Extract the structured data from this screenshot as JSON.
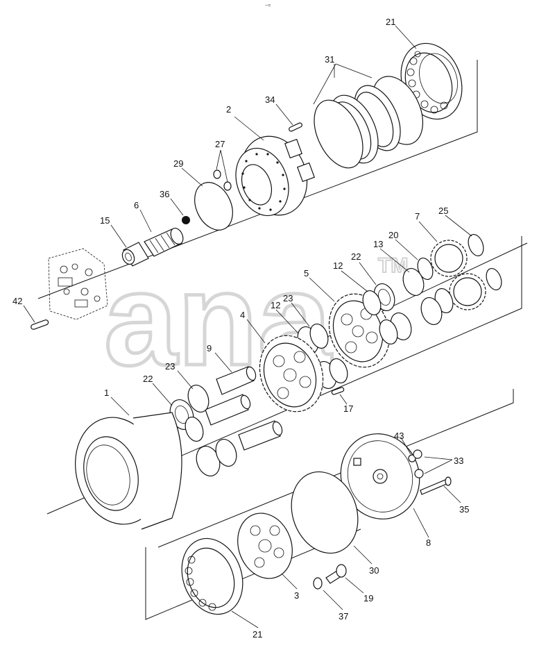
{
  "diagram": {
    "top_mark": "~=",
    "watermark": "ana",
    "watermark_tm": "TM",
    "callouts": {
      "c1": "1",
      "c2": "2",
      "c3": "3",
      "c4": "4",
      "c5": "5",
      "c6": "6",
      "c7": "7",
      "c8": "8",
      "c9": "9",
      "c12a": "12",
      "c12b": "12",
      "c13": "13",
      "c15": "15",
      "c17": "17",
      "c19": "19",
      "c20": "20",
      "c21a": "21",
      "c21b": "21",
      "c22a": "22",
      "c22b": "22",
      "c23a": "23",
      "c23b": "23",
      "c25": "25",
      "c27": "27",
      "c29": "29",
      "c30": "30",
      "c31": "31",
      "c33": "33",
      "c34": "34",
      "c35": "35",
      "c36": "36",
      "c37": "37",
      "c42": "42",
      "c43": "43"
    }
  }
}
